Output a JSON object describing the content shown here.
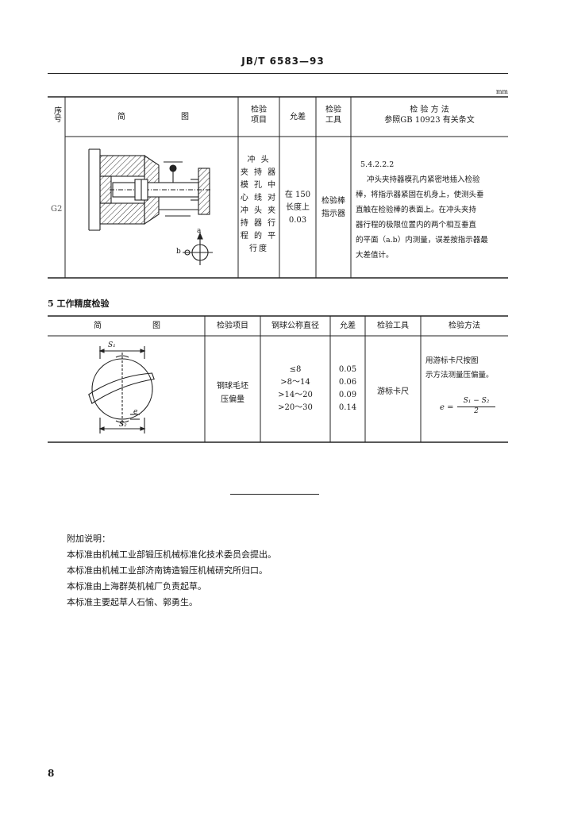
{
  "header": {
    "code": "JB/T 6583—93"
  },
  "unit": "mm",
  "table1": {
    "col_no": "序号",
    "col_diagram": [
      "简",
      "图"
    ],
    "col_item": [
      "检验",
      "项目"
    ],
    "col_tol": "允差",
    "col_tool": [
      "检验",
      "工具"
    ],
    "col_method": [
      "检 验 方 法",
      "参照GB 10923 有关条文"
    ],
    "row": {
      "no": "G2",
      "item": [
        "冲 头",
        "夹 持 器",
        "模 孔 中",
        "心 线 对",
        "冲 头 夹",
        "持 器 行",
        "程 的 平",
        "行度"
      ],
      "tol": [
        "在 150",
        "长度上",
        "0.03"
      ],
      "tool": [
        "检验棒",
        "指示器"
      ],
      "method_ref": "5.4.2.2.2",
      "method_lines": [
        "冲头夹持器模孔内紧密地插入检验",
        "棒，将指示器紧固在机身上，使测头垂",
        "直触在检验棒的表面上。在冲头夹持",
        "器行程的极限位置内的两个相互垂直",
        "的平面（a.b）内测量，误差按指示器最",
        "大差值计。"
      ],
      "label_a": "a",
      "label_b": "b"
    }
  },
  "section5": {
    "title": "5  工作精度检验"
  },
  "table2": {
    "col_diagram": [
      "简",
      "图"
    ],
    "col_item": "检验项目",
    "col_diam": "钢球公称直径",
    "col_tol": "允差",
    "col_tool": "检验工具",
    "col_method": "检验方法",
    "row": {
      "item": [
        "钢球毛坯",
        "压偏量"
      ],
      "diam": [
        "≤8",
        ">8～14",
        ">14～20",
        ">20～30"
      ],
      "tol": [
        "0.05",
        "0.06",
        "0.09",
        "0.14"
      ],
      "tool": "游标卡尺",
      "method": [
        "用游标卡尺按图",
        "示方法测量压偏量。"
      ],
      "formula_lhs": "e =",
      "formula_num": "S₁ − S₂",
      "formula_den": "2",
      "label_s1": "S₁",
      "label_s2": "S₂",
      "label_e": "e"
    }
  },
  "notes": {
    "title": "附加说明：",
    "lines": [
      "本标准由机械工业部锻压机械标准化技术委员会提出。",
      "本标准由机械工业部济南铸造锻压机械研究所归口。",
      "本标准由上海群英机械厂负责起草。",
      "本标准主要起草人石愉、郭勇生。"
    ]
  },
  "page_number": "8"
}
